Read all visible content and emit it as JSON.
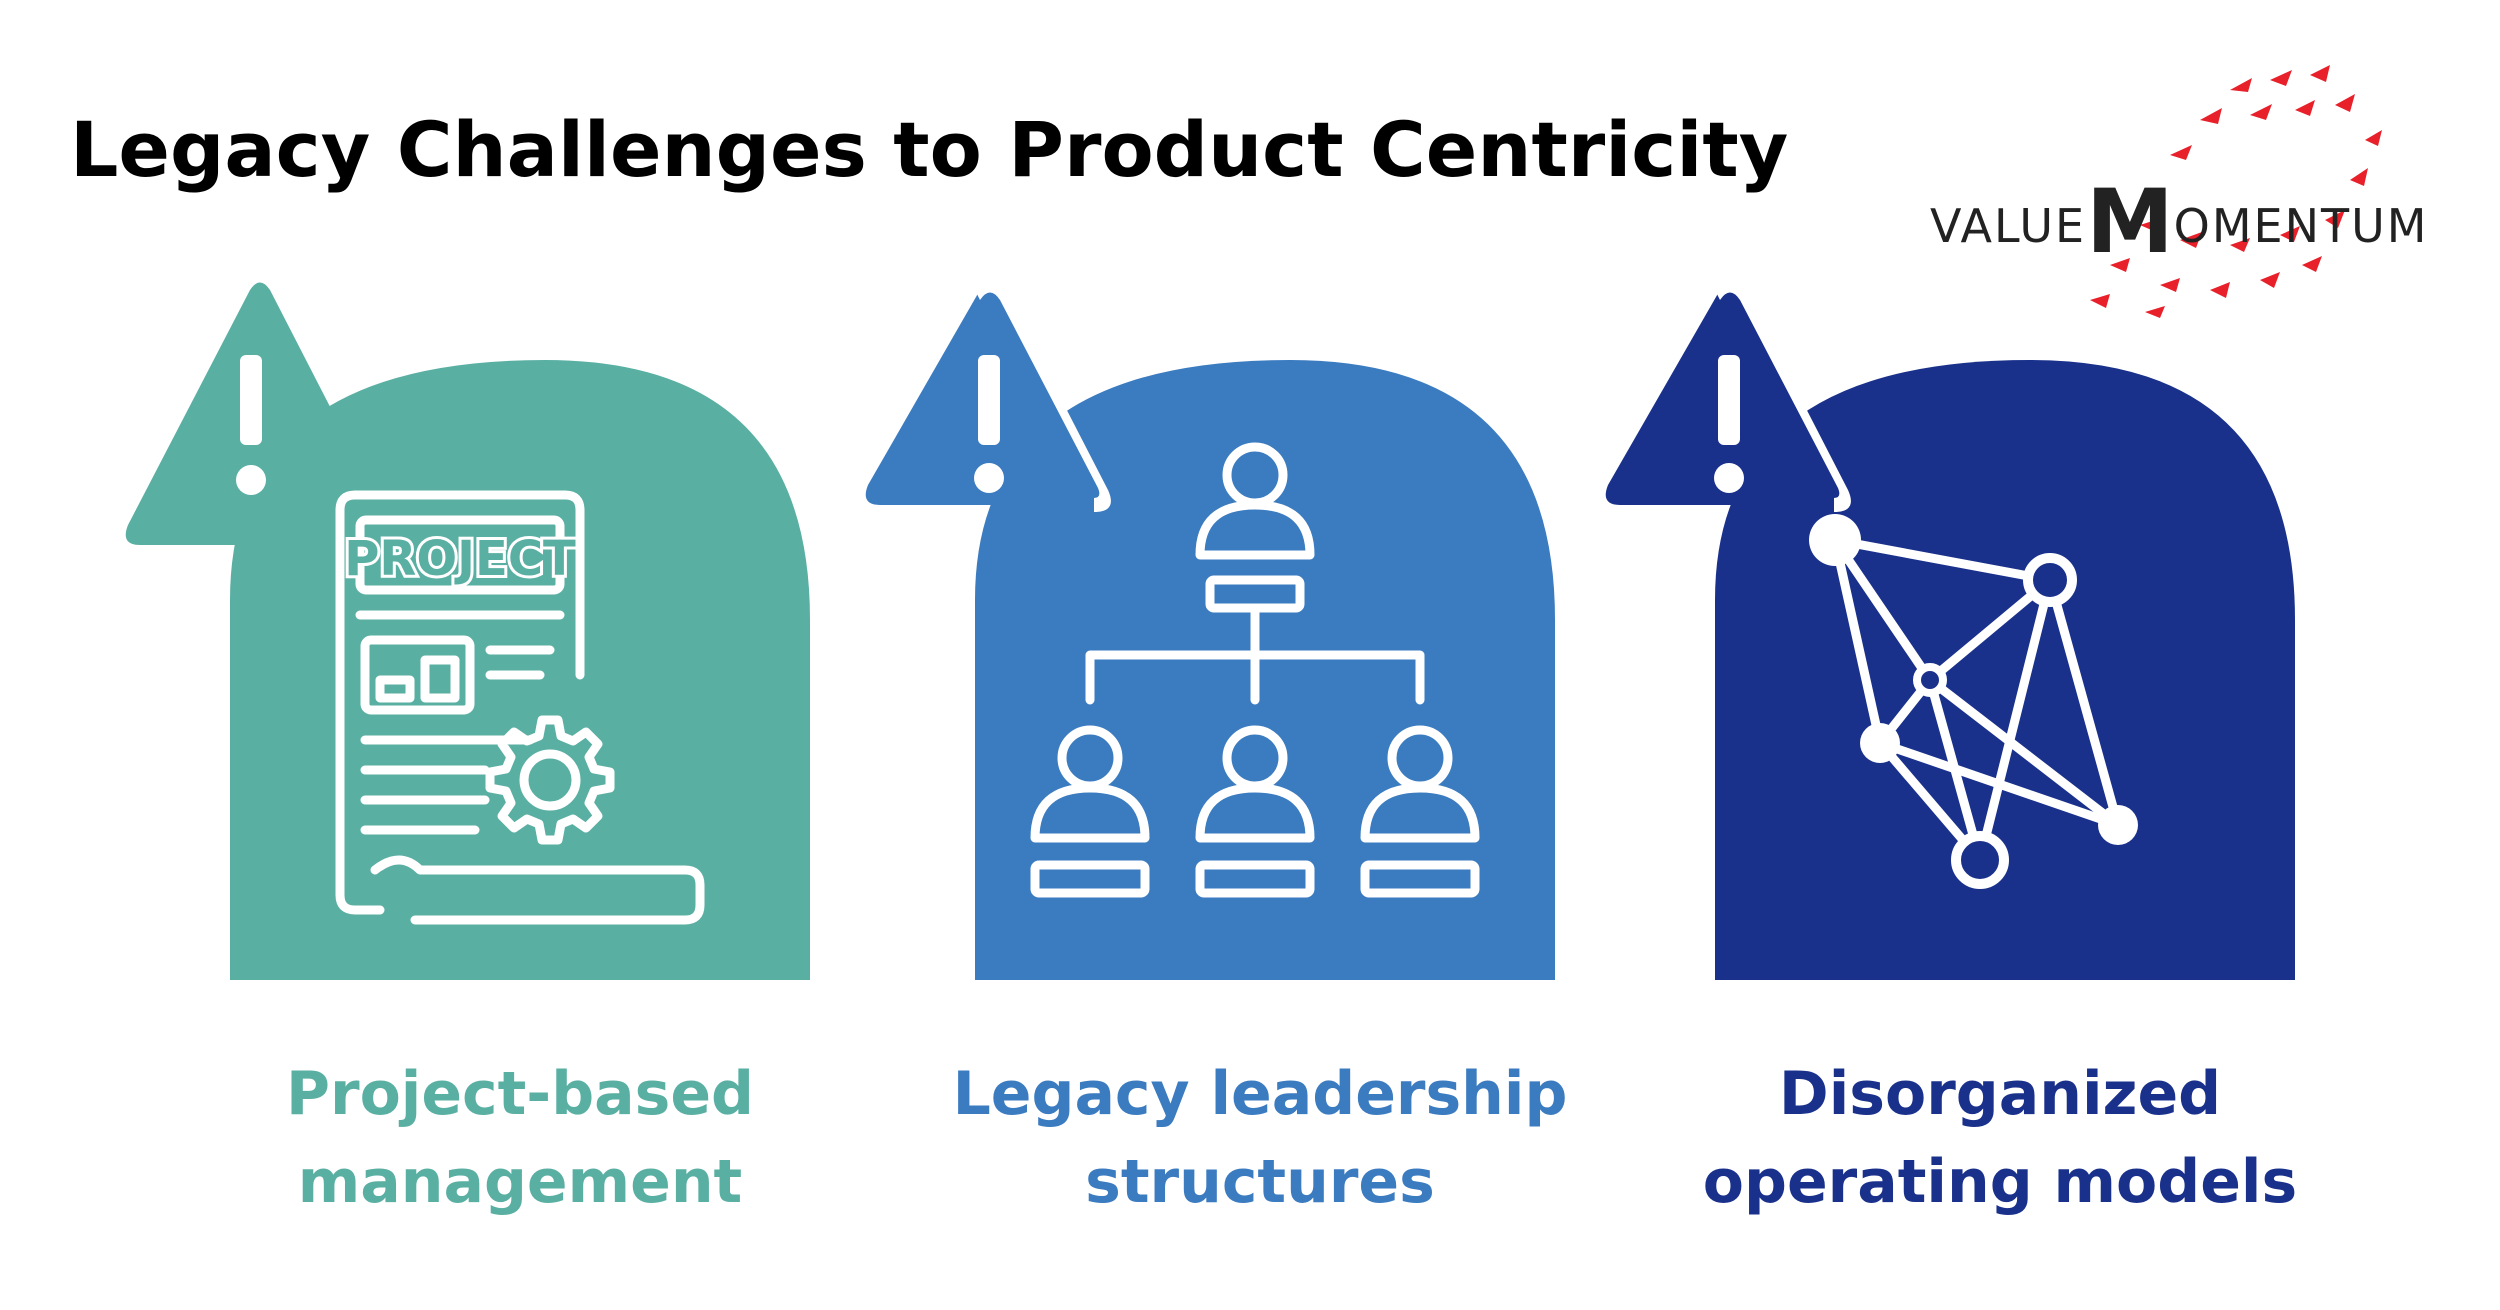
{
  "title": "Legacy Challenges to Product Centricity",
  "logo": {
    "value_text": "VALUE",
    "m_letter": "M",
    "rest_text": "OMENTUM",
    "accent": "#e8202a"
  },
  "cards": [
    {
      "caption_line1": "Project-based",
      "caption_line2": "management",
      "color": "#5aafa3",
      "icon": "project-document-gear-icon",
      "icon_text": "PROJECT"
    },
    {
      "caption_line1": "Legacy leadership",
      "caption_line2": "structures",
      "color": "#3b7bc0",
      "icon": "org-chart-icon"
    },
    {
      "caption_line1": "Disorganized",
      "caption_line2": "operating models",
      "color": "#1a318c",
      "icon": "network-graph-icon"
    }
  ]
}
